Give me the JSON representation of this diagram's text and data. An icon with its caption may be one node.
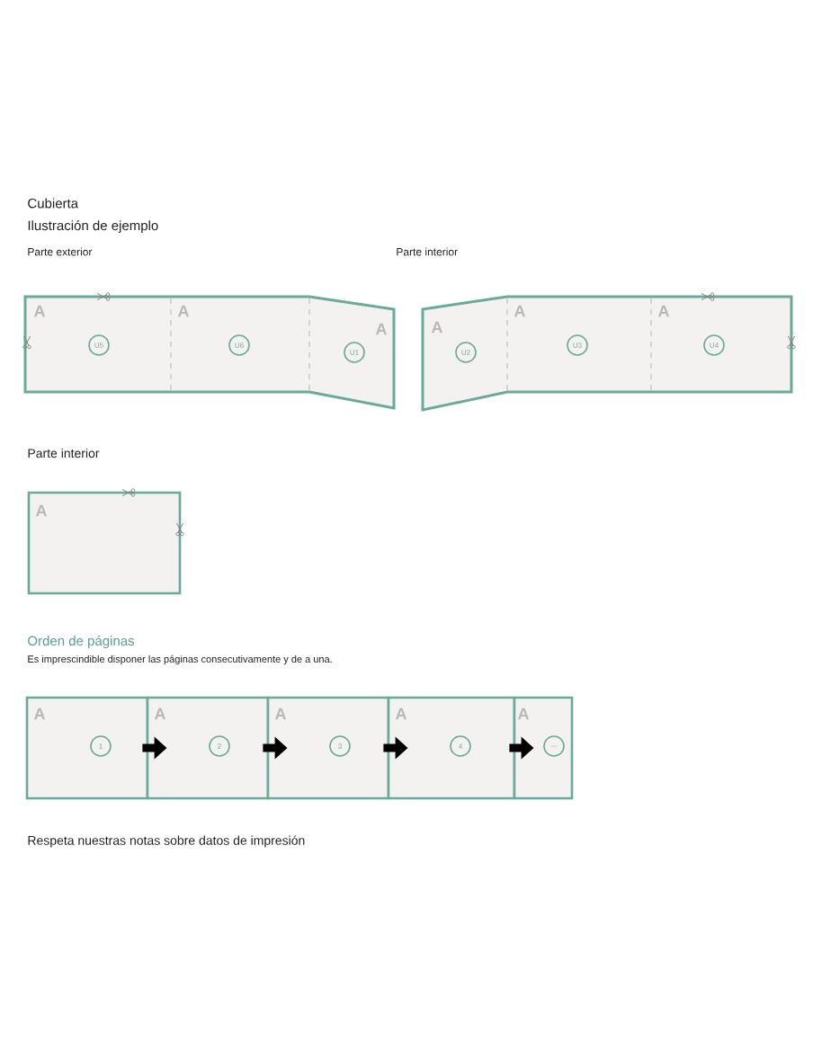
{
  "diagram": {
    "nodes": [
      {
        "text": [
          "A",
          "U5"
        ]
      },
      {
        "text": [
          "A",
          "U6"
        ]
      },
      {
        "text": [
          "A",
          "U1"
        ]
      },
      {
        "text": [
          "A",
          "U2"
        ]
      },
      {
        "text": [
          "A",
          "U3"
        ]
      },
      {
        "text": [
          "A",
          "U4"
        ]
      },
      {
        "text": [
          "A"
        ]
      },
      {
        "text": [
          "A",
          "1"
        ]
      },
      {
        "text": [
          "A",
          "2"
        ]
      },
      {
        "text": [
          "A",
          "3"
        ]
      },
      {
        "text": [
          "A",
          "4"
        ]
      },
      {
        "text": [
          "A",
          "..."
        ]
      }
    ],
    "edges": [
      {
        "from": 7,
        "to": 8,
        "arrow": "to"
      },
      {
        "from": 8,
        "to": 9,
        "arrow": "to"
      },
      {
        "from": 9,
        "to": 10,
        "arrow": "to"
      },
      {
        "from": 10,
        "to": 11,
        "arrow": "to"
      }
    ],
    "labels": [
      "Cubierta",
      "Ilustración de ejemplo",
      "Parte exterior",
      "Parte interior",
      "Parte interior",
      "Orden de páginas",
      "Es imprescindible disponer las páginas consecutivamente y de a una.",
      "Respeta nuestras notas sobre datos de impresión"
    ]
  }
}
